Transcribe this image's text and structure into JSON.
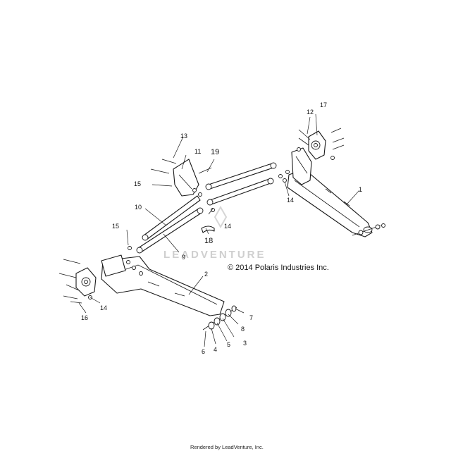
{
  "diagram": {
    "copyright": "© 2014 Polaris Industries Inc.",
    "watermark": "LEADVENTURE",
    "footer": "Rendered by LeadVenture, Inc.",
    "callouts": {
      "c1": "1",
      "c2": "2",
      "c3": "3",
      "c4": "4",
      "c5": "5",
      "c6": "6",
      "c7": "7",
      "c8": "8",
      "c9": "9",
      "c10": "10",
      "c11": "11",
      "c12": "12",
      "c13": "13",
      "c14a": "14",
      "c14b": "14",
      "c14c": "14",
      "c15a": "15",
      "c15b": "15",
      "c16": "16",
      "c17": "17",
      "c18": "18",
      "c19": "19"
    }
  }
}
